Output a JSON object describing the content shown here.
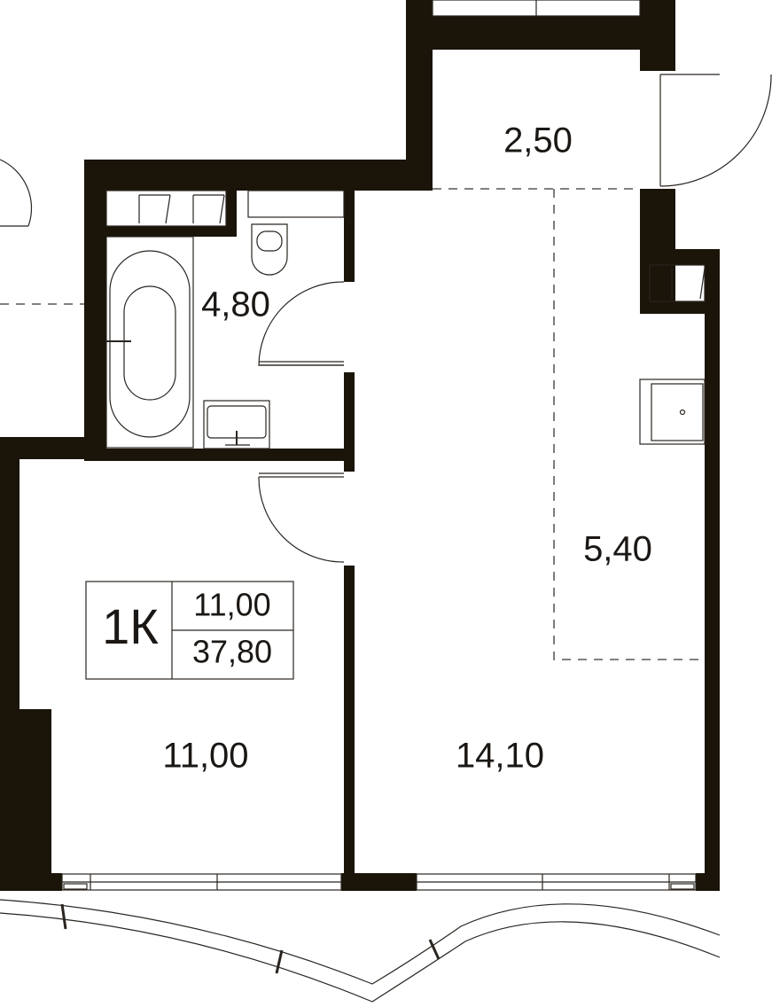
{
  "rooms": {
    "hall": "2,50",
    "bathroom": "4,80",
    "kitchen": "5,40",
    "bedroom": "11,00",
    "living": "14,10"
  },
  "badge": {
    "type": "1К",
    "living_area": "11,00",
    "total_area": "37,80"
  },
  "colors": {
    "wall": "#1a1409",
    "line": "#2a2520",
    "background": "#ffffff"
  }
}
